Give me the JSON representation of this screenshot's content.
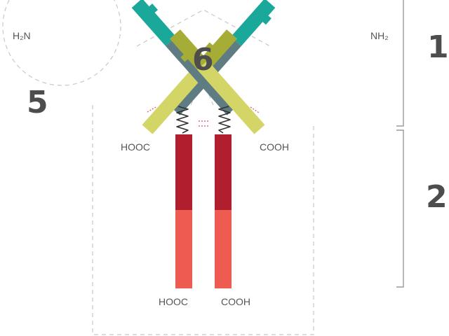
{
  "colors": {
    "heavy_variable": "#1aa89a",
    "heavy_constant": "#5e7c81",
    "light_variable": "#a6ad36",
    "light_constant": "#d3d667",
    "fc_upper": "#b11f2f",
    "fc_lower": "#ee5b50",
    "disulfide": "#e36a72",
    "outline": "#c8c8c8",
    "bracket": "#9a9a9a",
    "hinge": "#333333",
    "number": "#4d4d4d",
    "label": "#555555"
  },
  "region_numbers": {
    "fab": "1",
    "fc": "2",
    "light_chain": "5",
    "hinge": "6"
  },
  "terminus_labels": {
    "left_light_n": "H₂N",
    "right_light_n": "NH₂",
    "left_light_c": "HOOC",
    "right_light_c": "COOH",
    "left_heavy_c": "HOOC",
    "right_heavy_c": "COOH"
  }
}
